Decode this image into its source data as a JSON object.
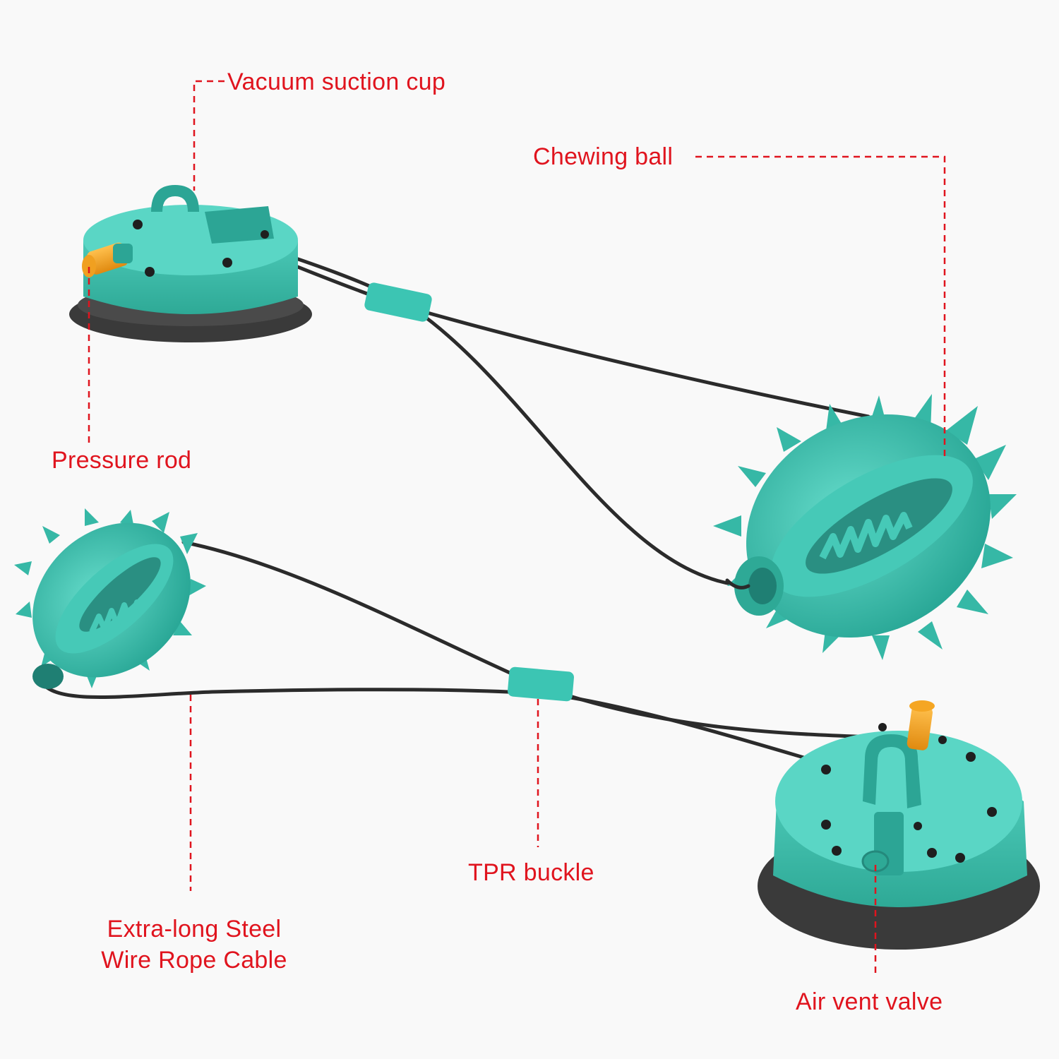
{
  "colors": {
    "toy_teal": "#3cc5b3",
    "label_red": "#e0141e",
    "cable_dark": "#2b2b2b",
    "rod_orange": "#f5a623"
  },
  "labels": {
    "vacuum_suction_cup": "Vacuum suction cup",
    "chewing_ball": "Chewing ball",
    "pressure_rod": "Pressure rod",
    "steel_wire_line1": "Extra-long Steel",
    "steel_wire_line2": "Wire Rope Cable",
    "tpr_buckle": "TPR buckle",
    "air_vent_valve": "Air vent valve"
  }
}
